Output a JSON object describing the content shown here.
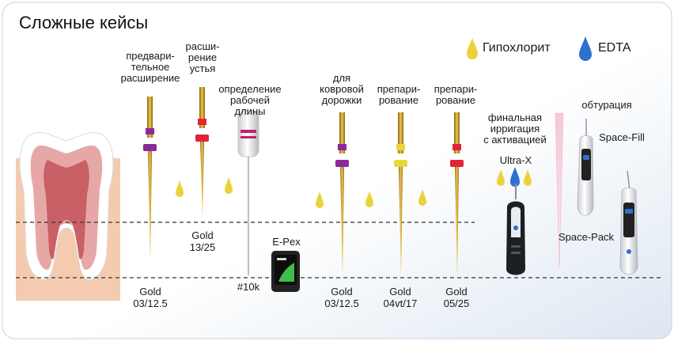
{
  "title": "Сложные кейсы",
  "legend": [
    {
      "label": "Гипохлорит",
      "color": "#ecd23a"
    },
    {
      "label": "EDTA",
      "color": "#2e6fd0"
    }
  ],
  "steps": [
    {
      "caption": "предвари-\nтельное\nрасширение",
      "product": "Gold\n03/12.5"
    },
    {
      "caption": "расши-\nрение\nустья",
      "product": "Gold\n13/25"
    },
    {
      "caption": "определение\nрабочей длины",
      "product": "#10k"
    },
    {
      "caption": "",
      "product": "E-Pex"
    },
    {
      "caption": "для\nковровой\nдорожки",
      "product": "Gold\n03/12.5"
    },
    {
      "caption": "препари-\nрование",
      "product": "Gold\n04vt/17"
    },
    {
      "caption": "препари-\nрование",
      "product": "Gold\n05/25"
    },
    {
      "caption": "финальная\nирригация\nс активацией",
      "product": "Ultra-X"
    },
    {
      "caption": "обтурация",
      "product": ""
    }
  ],
  "obturation_devices": [
    "Space-Fill",
    "Space-Pack"
  ],
  "colors": {
    "gold": "#c99a1c",
    "stopper_purple": "#8a2a9a",
    "stopper_red": "#e2233b",
    "stopper_yellow": "#e8d83a",
    "tooth_pink": "#e8b9b4",
    "pulp": "#c96065",
    "gum": "#f5cbb0"
  }
}
